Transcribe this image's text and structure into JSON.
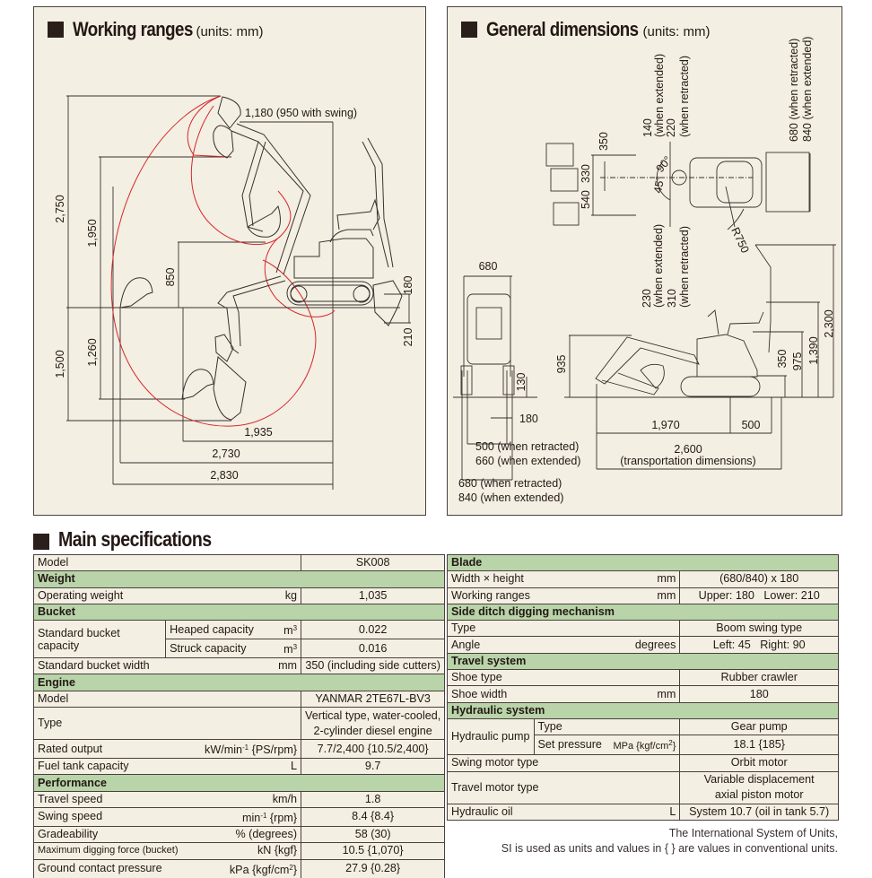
{
  "working_ranges": {
    "title": "Working ranges",
    "units": "(units: mm)",
    "dimensions": {
      "max_dig_height": "2,750",
      "max_dump_height": "1,950",
      "min_front_swing_radius": "1,180 (950 with swing)",
      "dim_850": "850",
      "max_dig_depth": "1,500",
      "max_vertical_wall_depth": "1,260",
      "blade_up": "180",
      "blade_down": "210",
      "reach_1935": "1,935",
      "reach_ground": "2,730",
      "max_reach": "2,830"
    }
  },
  "general_dimensions": {
    "title": "General dimensions",
    "units": "(units: mm)",
    "top_view": {
      "dim_350": "350",
      "dim_330": "330",
      "dim_540": "540",
      "dim_140": "140",
      "when_extended_a": "(when extended)",
      "dim_220": "220",
      "when_retracted_a": "(when retracted)",
      "angle_90": "90°",
      "angle_45": "45°",
      "radius": "R750",
      "width_680": "680 (when retracted)",
      "width_840": "840 (when extended)",
      "dim_230": "230",
      "when_extended_b": "(when extended)",
      "dim_310": "310",
      "when_retracted_b": "(when retracted)"
    },
    "front_view": {
      "width": "680",
      "clearance": "130",
      "shoe": "180",
      "track_500": "500 (when retracted)",
      "track_660": "660 (when extended)",
      "overall_680": "680 (when retracted)",
      "overall_840": "840 (when extended)"
    },
    "side_view": {
      "dim_935": "935",
      "dim_350": "350",
      "dim_975": "975",
      "dim_1390": "1,390",
      "dim_2300": "2,300",
      "dim_1970": "1,970",
      "dim_500": "500",
      "dim_2600": "2,600",
      "transport": "(transportation dimensions)"
    }
  },
  "main_specifications": {
    "title": "Main specifications",
    "left": {
      "model_label": "Model",
      "model_value": "SK008",
      "weight_header": "Weight",
      "operating_weight_label": "Operating weight",
      "operating_weight_unit": "kg",
      "operating_weight_value": "1,035",
      "bucket_header": "Bucket",
      "std_bucket_capacity_label": "Standard bucket capacity",
      "heaped_label": "Heaped capacity",
      "heaped_unit": "m",
      "heaped_value": "0.022",
      "struck_label": "Struck capacity",
      "struck_unit": "m",
      "struck_value": "0.016",
      "cube": "3",
      "bucket_width_label": "Standard bucket width",
      "bucket_width_unit": "mm",
      "bucket_width_value": "350 (including side cutters)",
      "engine_header": "Engine",
      "engine_model_label": "Model",
      "engine_model_value": "YANMAR 2TE67L-BV3",
      "engine_type_label": "Type",
      "engine_type_value_1": "Vertical type, water-cooled,",
      "engine_type_value_2": "2-cylinder diesel engine",
      "rated_output_label": "Rated output",
      "rated_output_unit_a": "kW/min",
      "rated_output_unit_sup": "-1",
      "rated_output_unit_b": " {PS/rpm}",
      "rated_output_value": "7.7/2,400 {10.5/2,400}",
      "fuel_label": "Fuel tank capacity",
      "fuel_unit": "L",
      "fuel_value": "9.7",
      "performance_header": "Performance",
      "travel_speed_label": "Travel speed",
      "travel_speed_unit": "km/h",
      "travel_speed_value": "1.8",
      "swing_speed_label": "Swing speed",
      "swing_speed_unit_a": "min",
      "swing_speed_unit_sup": "-1",
      "swing_speed_unit_b": " {rpm}",
      "swing_speed_value": "8.4 {8.4}",
      "gradeability_label": "Gradeability",
      "gradeability_unit": "% (degrees)",
      "gradeability_value": "58 (30)",
      "digging_force_label": "Maximum digging force (bucket)",
      "digging_force_unit": "kN {kgf}",
      "digging_force_value": "10.5 {1,070}",
      "ground_pressure_label": "Ground contact pressure",
      "ground_pressure_unit_a": "kPa {kgf/cm",
      "ground_pressure_unit_sup": "2",
      "ground_pressure_unit_b": "}",
      "ground_pressure_value": "27.9 {0.28}"
    },
    "right": {
      "blade_header": "Blade",
      "width_height_label": "Width × height",
      "width_height_unit": "mm",
      "width_height_value": "(680/840) x 180",
      "blade_range_label": "Working ranges",
      "blade_range_unit": "mm",
      "blade_range_value": "Upper: 180   Lower: 210",
      "side_ditch_header": "Side ditch digging mechanism",
      "sd_type_label": "Type",
      "sd_type_value": "Boom swing type",
      "angle_label": "Angle",
      "angle_unit": "degrees",
      "angle_value": "Left: 45   Right: 90",
      "travel_header": "Travel system",
      "shoe_type_label": "Shoe type",
      "shoe_type_value": "Rubber crawler",
      "shoe_width_label": "Shoe width",
      "shoe_width_unit": "mm",
      "shoe_width_value": "180",
      "hydraulic_header": "Hydraulic system",
      "pump_label": "Hydraulic pump",
      "pump_type_label": "Type",
      "pump_type_value": "Gear pump",
      "set_pressure_label": "Set pressure",
      "set_pressure_unit_a": "MPa {kgf/cm",
      "set_pressure_unit_sup": "2",
      "set_pressure_unit_b": "}",
      "set_pressure_value": "18.1 {185}",
      "swing_motor_label": "Swing motor type",
      "swing_motor_value": "Orbit motor",
      "travel_motor_label": "Travel motor type",
      "travel_motor_value_1": "Variable displacement",
      "travel_motor_value_2": "axial piston motor",
      "oil_label": "Hydraulic oil",
      "oil_unit": "L",
      "oil_value": "System 10.7 (oil in tank 5.7)"
    },
    "footnote_1": "The International System of Units,",
    "footnote_2": "SI is used as units and values in { } are values in conventional units."
  },
  "colors": {
    "panel_bg": "#f3efe2",
    "section_header_bg": "#b8d4a8",
    "range_curve": "#d6282e",
    "ink": "#231815"
  }
}
